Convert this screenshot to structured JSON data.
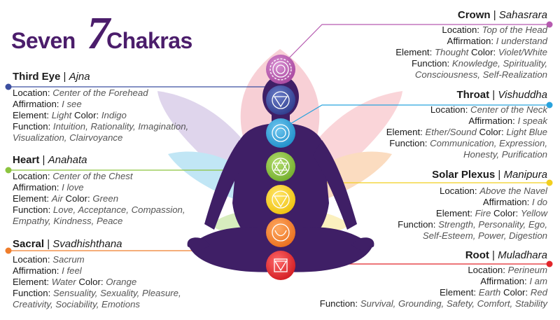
{
  "title": {
    "word1": "Seven",
    "numeral": "7",
    "word2": "Chakras"
  },
  "labels": {
    "location": "Location:",
    "affirmation": "Affirmation:",
    "element": "Element:",
    "color": "Color:",
    "function": "Function:"
  },
  "chakras": [
    {
      "id": "crown",
      "name": "Crown",
      "sanskrit": "Sahasrara",
      "dot_color": "#b65bb0",
      "location": "Top of the Head",
      "affirmation": "I understand",
      "element": "Thought",
      "color": "Violet/White",
      "function_lines": [
        "Knowledge, Spirituality,",
        "Consciousness, Self-Realization"
      ]
    },
    {
      "id": "third-eye",
      "name": "Third Eye",
      "sanskrit": "Ajna",
      "dot_color": "#3c4fa0",
      "location": "Center of the Forehead",
      "affirmation": "I see",
      "element": "Light",
      "color": "Indigo",
      "function_lines": [
        "Intuition, Rationality, Imagination,",
        "Visualization, Clairvoyance"
      ]
    },
    {
      "id": "throat",
      "name": "Throat",
      "sanskrit": "Vishuddha",
      "dot_color": "#29a3dd",
      "location": "Center of the Neck",
      "affirmation": "I speak",
      "element": "Ether/Sound",
      "color": "Light Blue",
      "function_lines": [
        "Communication, Expression,",
        "Honesty, Purification"
      ]
    },
    {
      "id": "heart",
      "name": "Heart",
      "sanskrit": "Anahata",
      "dot_color": "#8cc43f",
      "location": "Center of the Chest",
      "affirmation": "I love",
      "element": "Air",
      "color": "Green",
      "function_lines": [
        "Love, Acceptance, Compassion,",
        "Empathy, Kindness, Peace"
      ]
    },
    {
      "id": "solar-plexus",
      "name": "Solar Plexus",
      "sanskrit": "Manipura",
      "dot_color": "#f2cf1f",
      "location": "Above the Navel",
      "affirmation": "I do",
      "element": "Fire",
      "color": "Yellow",
      "function_lines": [
        "Strength, Personality, Ego,",
        "Self-Esteem, Power, Digestion"
      ]
    },
    {
      "id": "sacral",
      "name": "Sacral",
      "sanskrit": "Svadhishthana",
      "dot_color": "#ef7d2b",
      "location": "Sacrum",
      "affirmation": "I feel",
      "element": "Water",
      "color": "Orange",
      "function_lines": [
        "Sensuality, Sexuality, Pleasure,",
        "Creativity, Sociability, Emotions"
      ]
    },
    {
      "id": "root",
      "name": "Root",
      "sanskrit": "Muladhara",
      "dot_color": "#e2262b",
      "location": "Perineum",
      "affirmation": "I am",
      "element": "Earth",
      "color": "Red",
      "function_lines": [
        "Survival, Grounding, Safety, Comfort, Stability"
      ]
    }
  ]
}
